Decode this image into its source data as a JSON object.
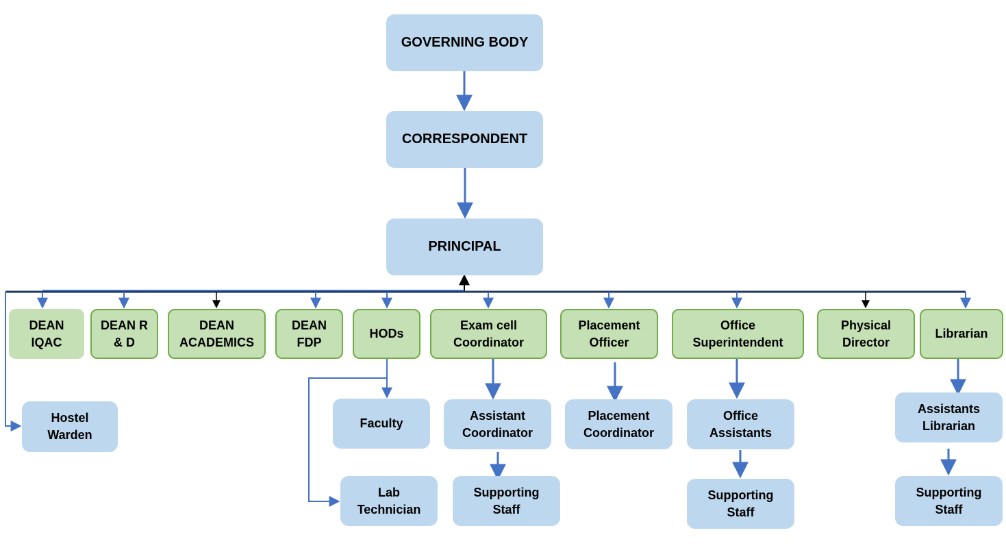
{
  "diagram": {
    "nodes": {
      "governing_body": "GOVERNING BODY",
      "correspondent": "CORRESPONDENT",
      "principal": "PRINCIPAL",
      "dean_iqac": "DEAN\nIQAC",
      "dean_rd": "DEAN R\n& D",
      "dean_academics": "DEAN\nACADEMICS",
      "dean_fdp": "DEAN\nFDP",
      "hods": "HODs",
      "exam_cell_coordinator": "Exam cell\nCoordinator",
      "placement_officer": "Placement\nOfficer",
      "office_superintendent": "Office\nSuperintendent",
      "physical_director": "Physical\nDirector",
      "librarian": "Librarian",
      "hostel_warden": "Hostel\nWarden",
      "faculty": "Faculty",
      "lab_technician": "Lab\nTechnician",
      "assistant_coordinator": "Assistant\nCoordinator",
      "exam_supporting_staff": "Supporting\nStaff",
      "placement_coordinator": "Placement\nCoordinator",
      "office_assistants": "Office\nAssistants",
      "office_supporting_staff": "Supporting\nStaff",
      "assistants_librarian": "Assistants\nLibrarian",
      "library_supporting_staff": "Supporting\nStaff"
    },
    "colors": {
      "blue_fill": "#bdd7ee",
      "green_fill": "#c5e0b4",
      "green_border": "#70ad47",
      "connector_blue": "#4472c4",
      "connector_dark": "#000000"
    }
  }
}
